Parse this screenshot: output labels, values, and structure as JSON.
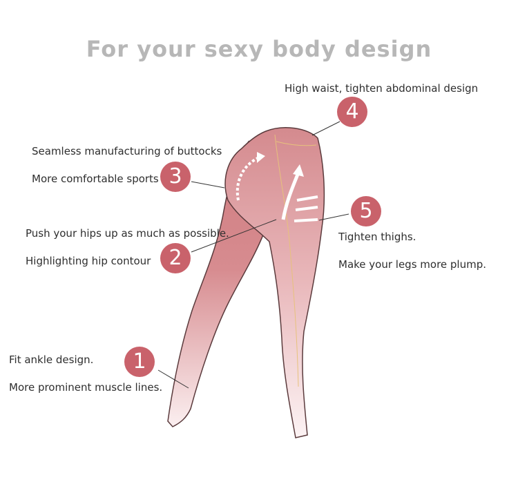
{
  "title": "For your sexy body design",
  "badge_color": "#c9626b",
  "callouts": [
    {
      "number": "1",
      "lines": [
        "Fit ankle design.",
        "More prominent muscle lines."
      ]
    },
    {
      "number": "2",
      "lines": [
        "Push your hips up as much as possible.",
        "Highlighting hip contour"
      ]
    },
    {
      "number": "3",
      "lines": [
        "Seamless manufacturing of buttocks",
        "More comfortable sports"
      ]
    },
    {
      "number": "4",
      "lines": [
        "High waist, tighten abdominal design"
      ]
    },
    {
      "number": "5",
      "lines": [
        "Tighten thighs.",
        "Make your legs more plump."
      ]
    }
  ]
}
